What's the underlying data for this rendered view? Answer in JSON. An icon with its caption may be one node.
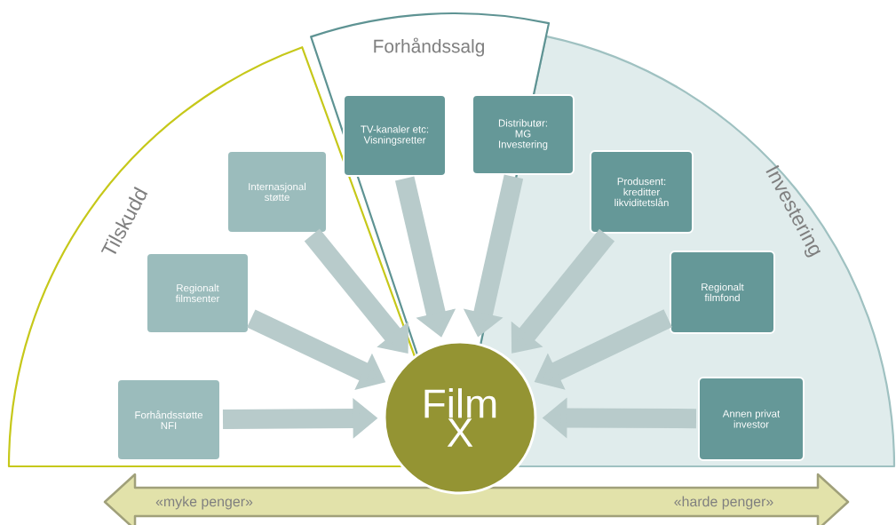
{
  "diagram": {
    "nodes": [
      {
        "text": [
          "Tilskudd"
        ]
      },
      {
        "text": [
          "Forhåndssalg"
        ]
      },
      {
        "text": [
          "Investering"
        ]
      },
      {
        "text": [
          "Forhåndsstøtte NFI"
        ],
        "in": 0
      },
      {
        "text": [
          "Regionalt filmsenter"
        ],
        "in": 0
      },
      {
        "text": [
          "Internasjonal støtte"
        ],
        "in": 0
      },
      {
        "text": [
          "TV-kanaler etc: Visningsretter"
        ],
        "in": 1
      },
      {
        "text": [
          "Distributør: MG Investering"
        ]
      },
      {
        "text": [
          "Produsent: kreditter likviditetslån"
        ],
        "in": 2
      },
      {
        "text": [
          "Regionalt filmfond"
        ],
        "in": 2
      },
      {
        "text": [
          "Annen privat investor"
        ],
        "in": 2
      },
      {
        "text": [
          "Film X"
        ]
      }
    ],
    "edges": [
      {
        "from": 3,
        "to": 11,
        "arrow": "to"
      },
      {
        "from": 4,
        "to": 11,
        "arrow": "to"
      },
      {
        "from": 5,
        "to": 11,
        "arrow": "to"
      },
      {
        "from": 6,
        "to": 11,
        "arrow": "to"
      },
      {
        "from": 7,
        "to": 11,
        "arrow": "to"
      },
      {
        "from": 8,
        "to": 11,
        "arrow": "to"
      },
      {
        "from": 9,
        "to": 11,
        "arrow": "to"
      },
      {
        "from": 10,
        "to": 11,
        "arrow": "to"
      }
    ],
    "labels": [
      "«myke penger»",
      "«harde penger»"
    ]
  }
}
